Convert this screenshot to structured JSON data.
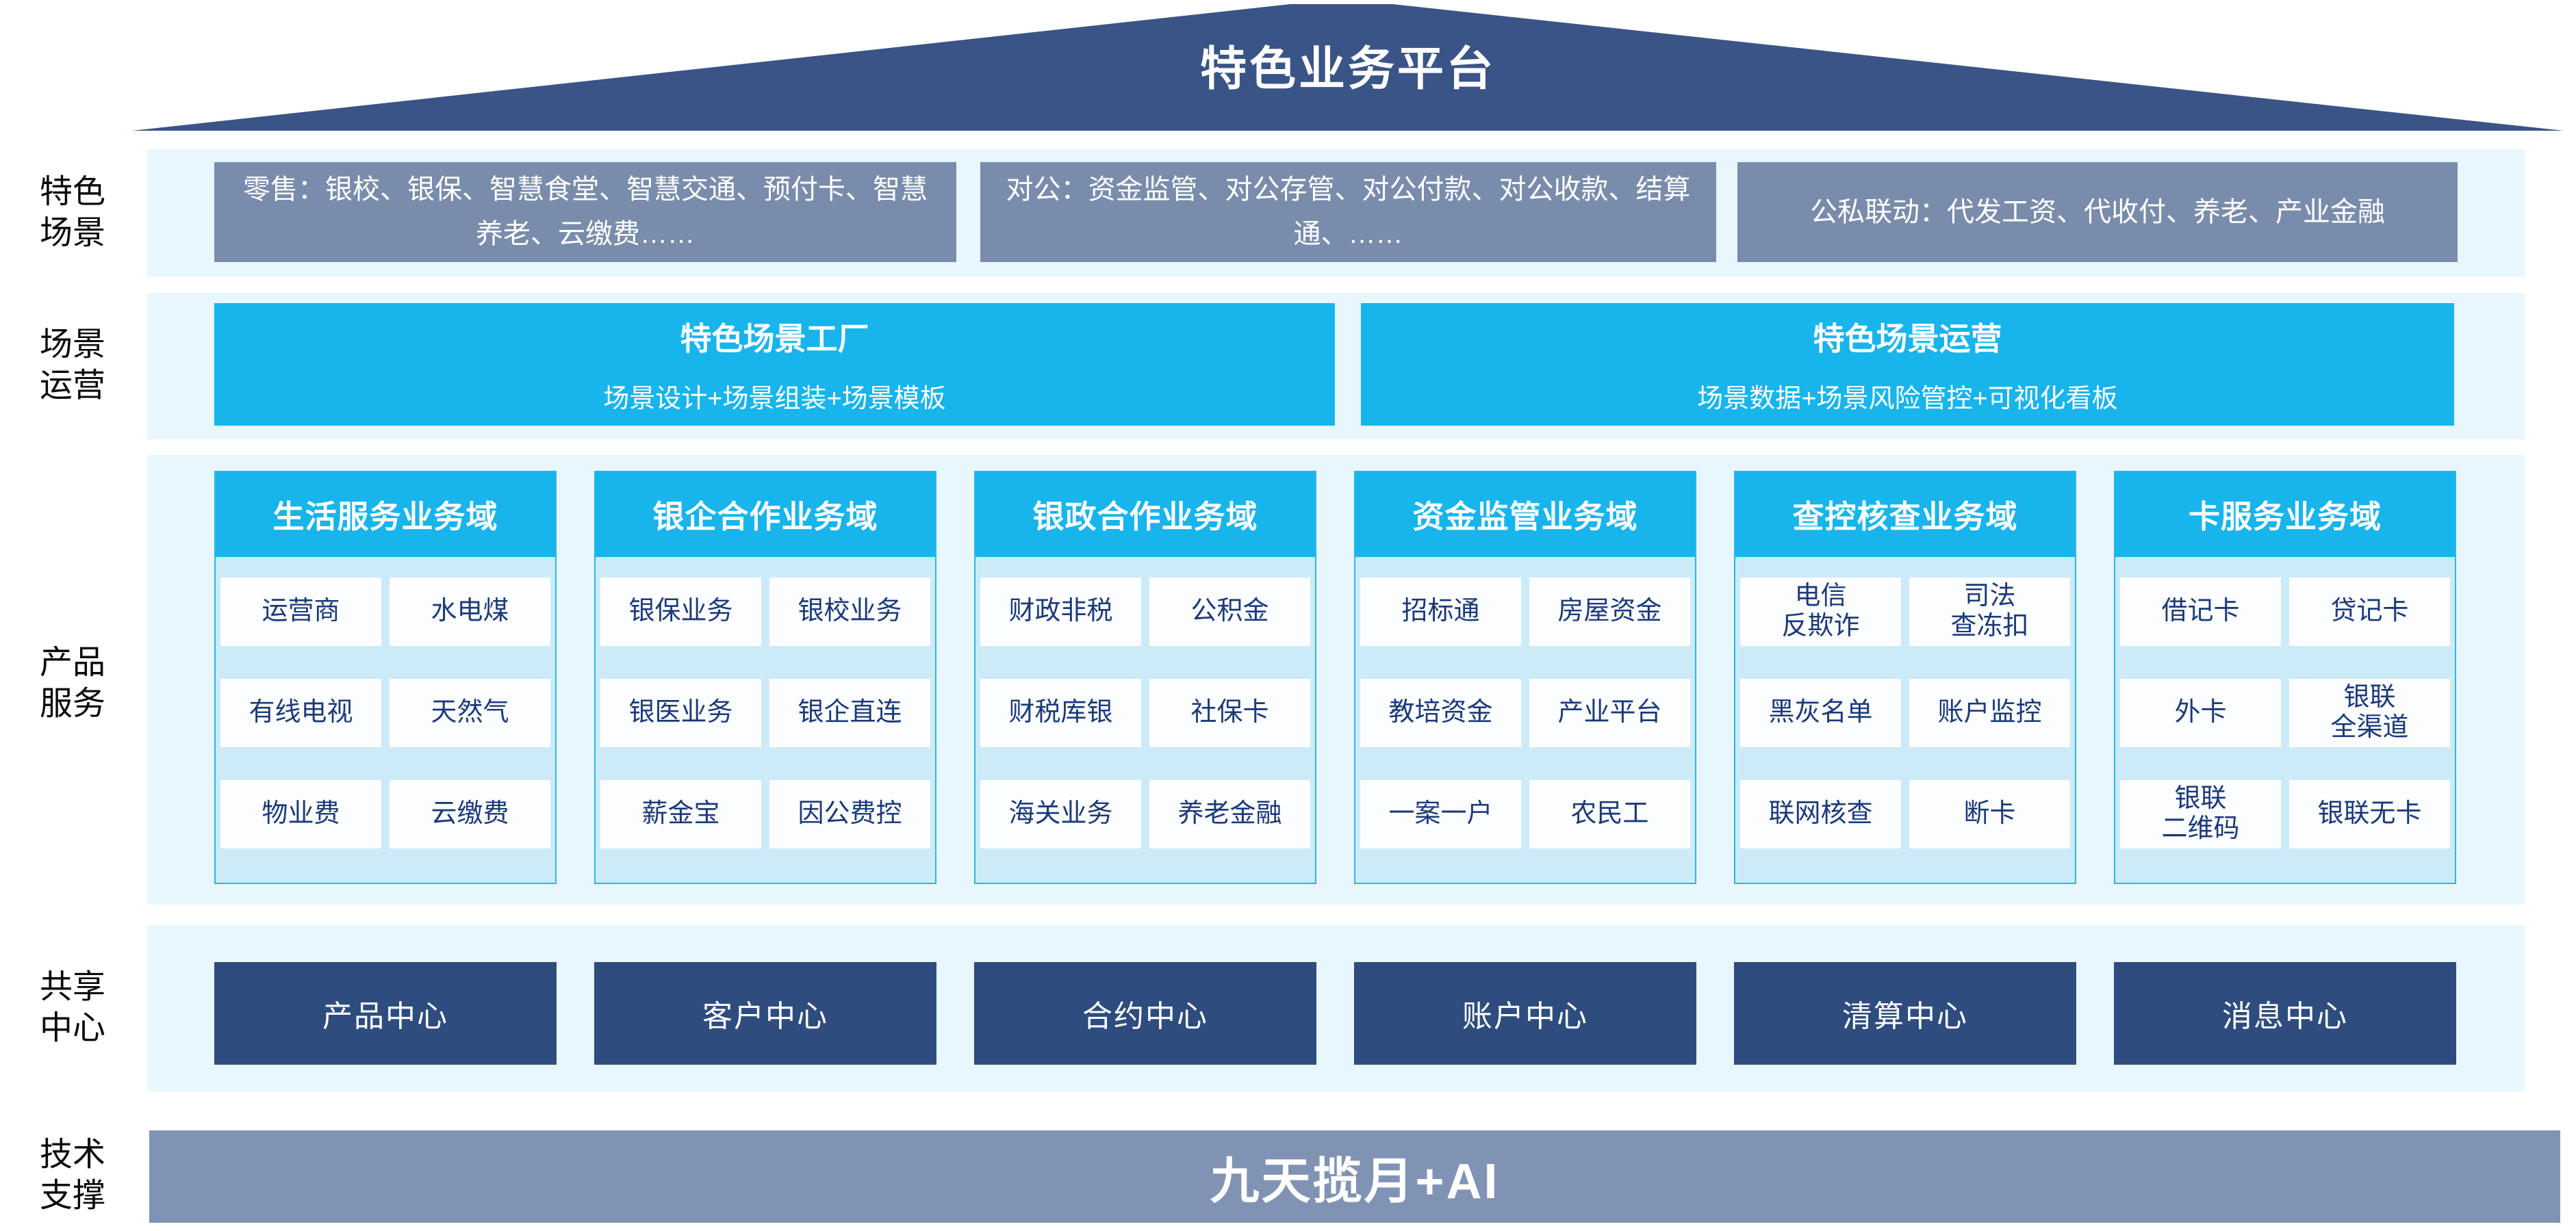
{
  "banner": {
    "title": "特色业务平台"
  },
  "side_labels": [
    {
      "line1": "特色",
      "line2": "场景"
    },
    {
      "line1": "场景",
      "line2": "运营"
    },
    {
      "line1": "产品",
      "line2": "服务"
    },
    {
      "line1": "共享",
      "line2": "中心"
    },
    {
      "line1": "技术",
      "line2": "支撑"
    }
  ],
  "scene_row": {
    "boxes": [
      "零售：银校、银保、智慧食堂、智慧交通、预付卡、智慧养老、云缴费……",
      "对公：资金监管、对公存管、对公付款、对公收款、结算通、……",
      "公私联动：代发工资、代收付、养老、产业金融"
    ]
  },
  "operation_row": {
    "boxes": [
      {
        "title": "特色场景工厂",
        "subtitle": "场景设计+场景组装+场景模板"
      },
      {
        "title": "特色场景运营",
        "subtitle": "场景数据+场景风险管控+可视化看板"
      }
    ]
  },
  "product_row": {
    "columns": [
      {
        "header": "生活服务业务域",
        "cells": [
          "运营商",
          "水电煤",
          "有线电视",
          "天然气",
          "物业费",
          "云缴费"
        ]
      },
      {
        "header": "银企合作业务域",
        "cells": [
          "银保业务",
          "银校业务",
          "银医业务",
          "银企直连",
          "薪金宝",
          "因公费控"
        ]
      },
      {
        "header": "银政合作业务域",
        "cells": [
          "财政非税",
          "公积金",
          "财税库银",
          "社保卡",
          "海关业务",
          "养老金融"
        ]
      },
      {
        "header": "资金监管业务域",
        "cells": [
          "招标通",
          "房屋资金",
          "教培资金",
          "产业平台",
          "一案一户",
          "农民工"
        ]
      },
      {
        "header": "查控核查业务域",
        "cells": [
          "电信\n反欺诈",
          "司法\n查冻扣",
          "黑灰名单",
          "账户监控",
          "联网核查",
          "断卡"
        ]
      },
      {
        "header": "卡服务业务域",
        "cells": [
          "借记卡",
          "贷记卡",
          "外卡",
          "银联\n全渠道",
          "银联\n二维码",
          "银联无卡"
        ]
      }
    ]
  },
  "center_row": {
    "boxes": [
      "产品中心",
      "客户中心",
      "合约中心",
      "账户中心",
      "清算中心",
      "消息中心"
    ]
  },
  "tech_row": {
    "label": "九天揽月+AI"
  },
  "colors": {
    "roof": "#3A5487",
    "cyan": "#18B4EC",
    "gray_box": "#798CAB",
    "strip": "#E8F6FD",
    "panel": "#CDEAF8",
    "panel_border": "#2BB6EA",
    "cell_bg": "#FBFDFF",
    "cell_text": "#1C3A78",
    "navy_box": "#2E4C7E",
    "tech_bar": "#8093B4"
  }
}
